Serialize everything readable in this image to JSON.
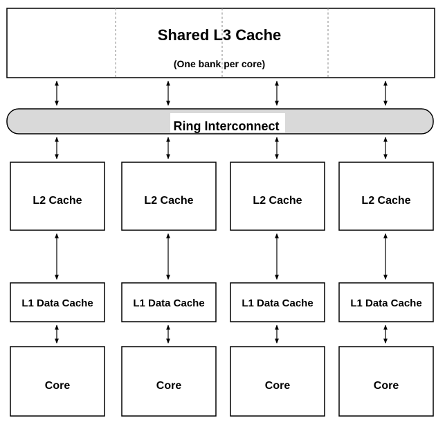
{
  "l3": {
    "title": "Shared L3 Cache",
    "subtitle": "(One bank per core)"
  },
  "ring": {
    "label": "Ring Interconnect"
  },
  "columns": [
    {
      "l2": "L2 Cache",
      "l1": "L1 Data Cache",
      "core": "Core"
    },
    {
      "l2": "L2 Cache",
      "l1": "L1 Data Cache",
      "core": "Core"
    },
    {
      "l2": "L2 Cache",
      "l1": "L1 Data Cache",
      "core": "Core"
    },
    {
      "l2": "L2 Cache",
      "l1": "L1 Data Cache",
      "core": "Core"
    }
  ],
  "colors": {
    "stroke": "#000000",
    "ring_fill": "#d9d9d9",
    "bank_divider": "#888888"
  }
}
